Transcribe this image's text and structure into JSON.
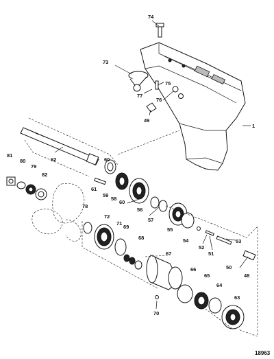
{
  "figure_number": "18963",
  "callouts": [
    "74",
    "73",
    "75",
    "77",
    "76",
    "49",
    "1",
    "62",
    "81",
    "80",
    "79",
    "82",
    "60",
    "61",
    "59",
    "58",
    "60",
    "56",
    "57",
    "55",
    "54",
    "52",
    "51",
    "53",
    "50",
    "48",
    "78",
    "72",
    "71",
    "69",
    "68",
    "67",
    "66",
    "65",
    "64",
    "63",
    "70"
  ]
}
